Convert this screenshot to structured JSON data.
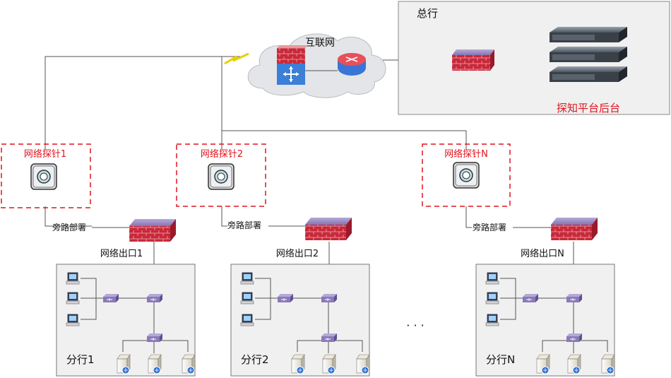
{
  "internet": {
    "label": "互联网"
  },
  "headquarters": {
    "title": "总行",
    "platform_label": "探知平台后台"
  },
  "probes": [
    {
      "label": "网络探针1"
    },
    {
      "label": "网络探针2"
    },
    {
      "label": "网络探针N"
    }
  ],
  "bypass_label": "旁路部署",
  "exits": [
    {
      "label": "网络出口1"
    },
    {
      "label": "网络出口2"
    },
    {
      "label": "网络出口N"
    }
  ],
  "branches": [
    {
      "label": "分行1"
    },
    {
      "label": "分行2"
    },
    {
      "label": "分行N"
    }
  ],
  "ellipsis": "· · ·",
  "colors": {
    "probe_red": "#e0141e",
    "firewall_red": "#c8283a",
    "switch_purple": "#8a7ab8",
    "box_gray": "#f0f0f0"
  }
}
